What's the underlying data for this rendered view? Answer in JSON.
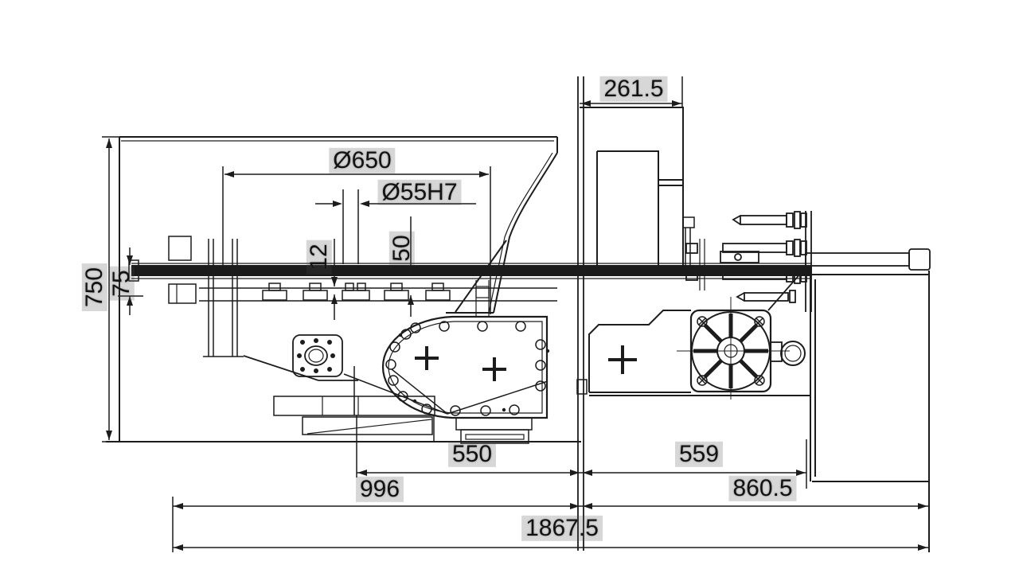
{
  "drawing": {
    "type": "cad-technical-drawing",
    "view": "machine side elevation",
    "background_color": "#ffffff",
    "line_color": "#1c1c1c",
    "labels": {
      "top_block_width": "261.5",
      "wheel_diameter": "Ø650",
      "spindle_bore": "Ø55H7",
      "overall_height": "750",
      "column_offset": "75",
      "slot_width": "12",
      "center_height": "50",
      "table_span": "550",
      "carriage_span": "559",
      "front_base_span": "996",
      "rear_base_span": "860.5",
      "overall_length": "1867.5"
    }
  }
}
